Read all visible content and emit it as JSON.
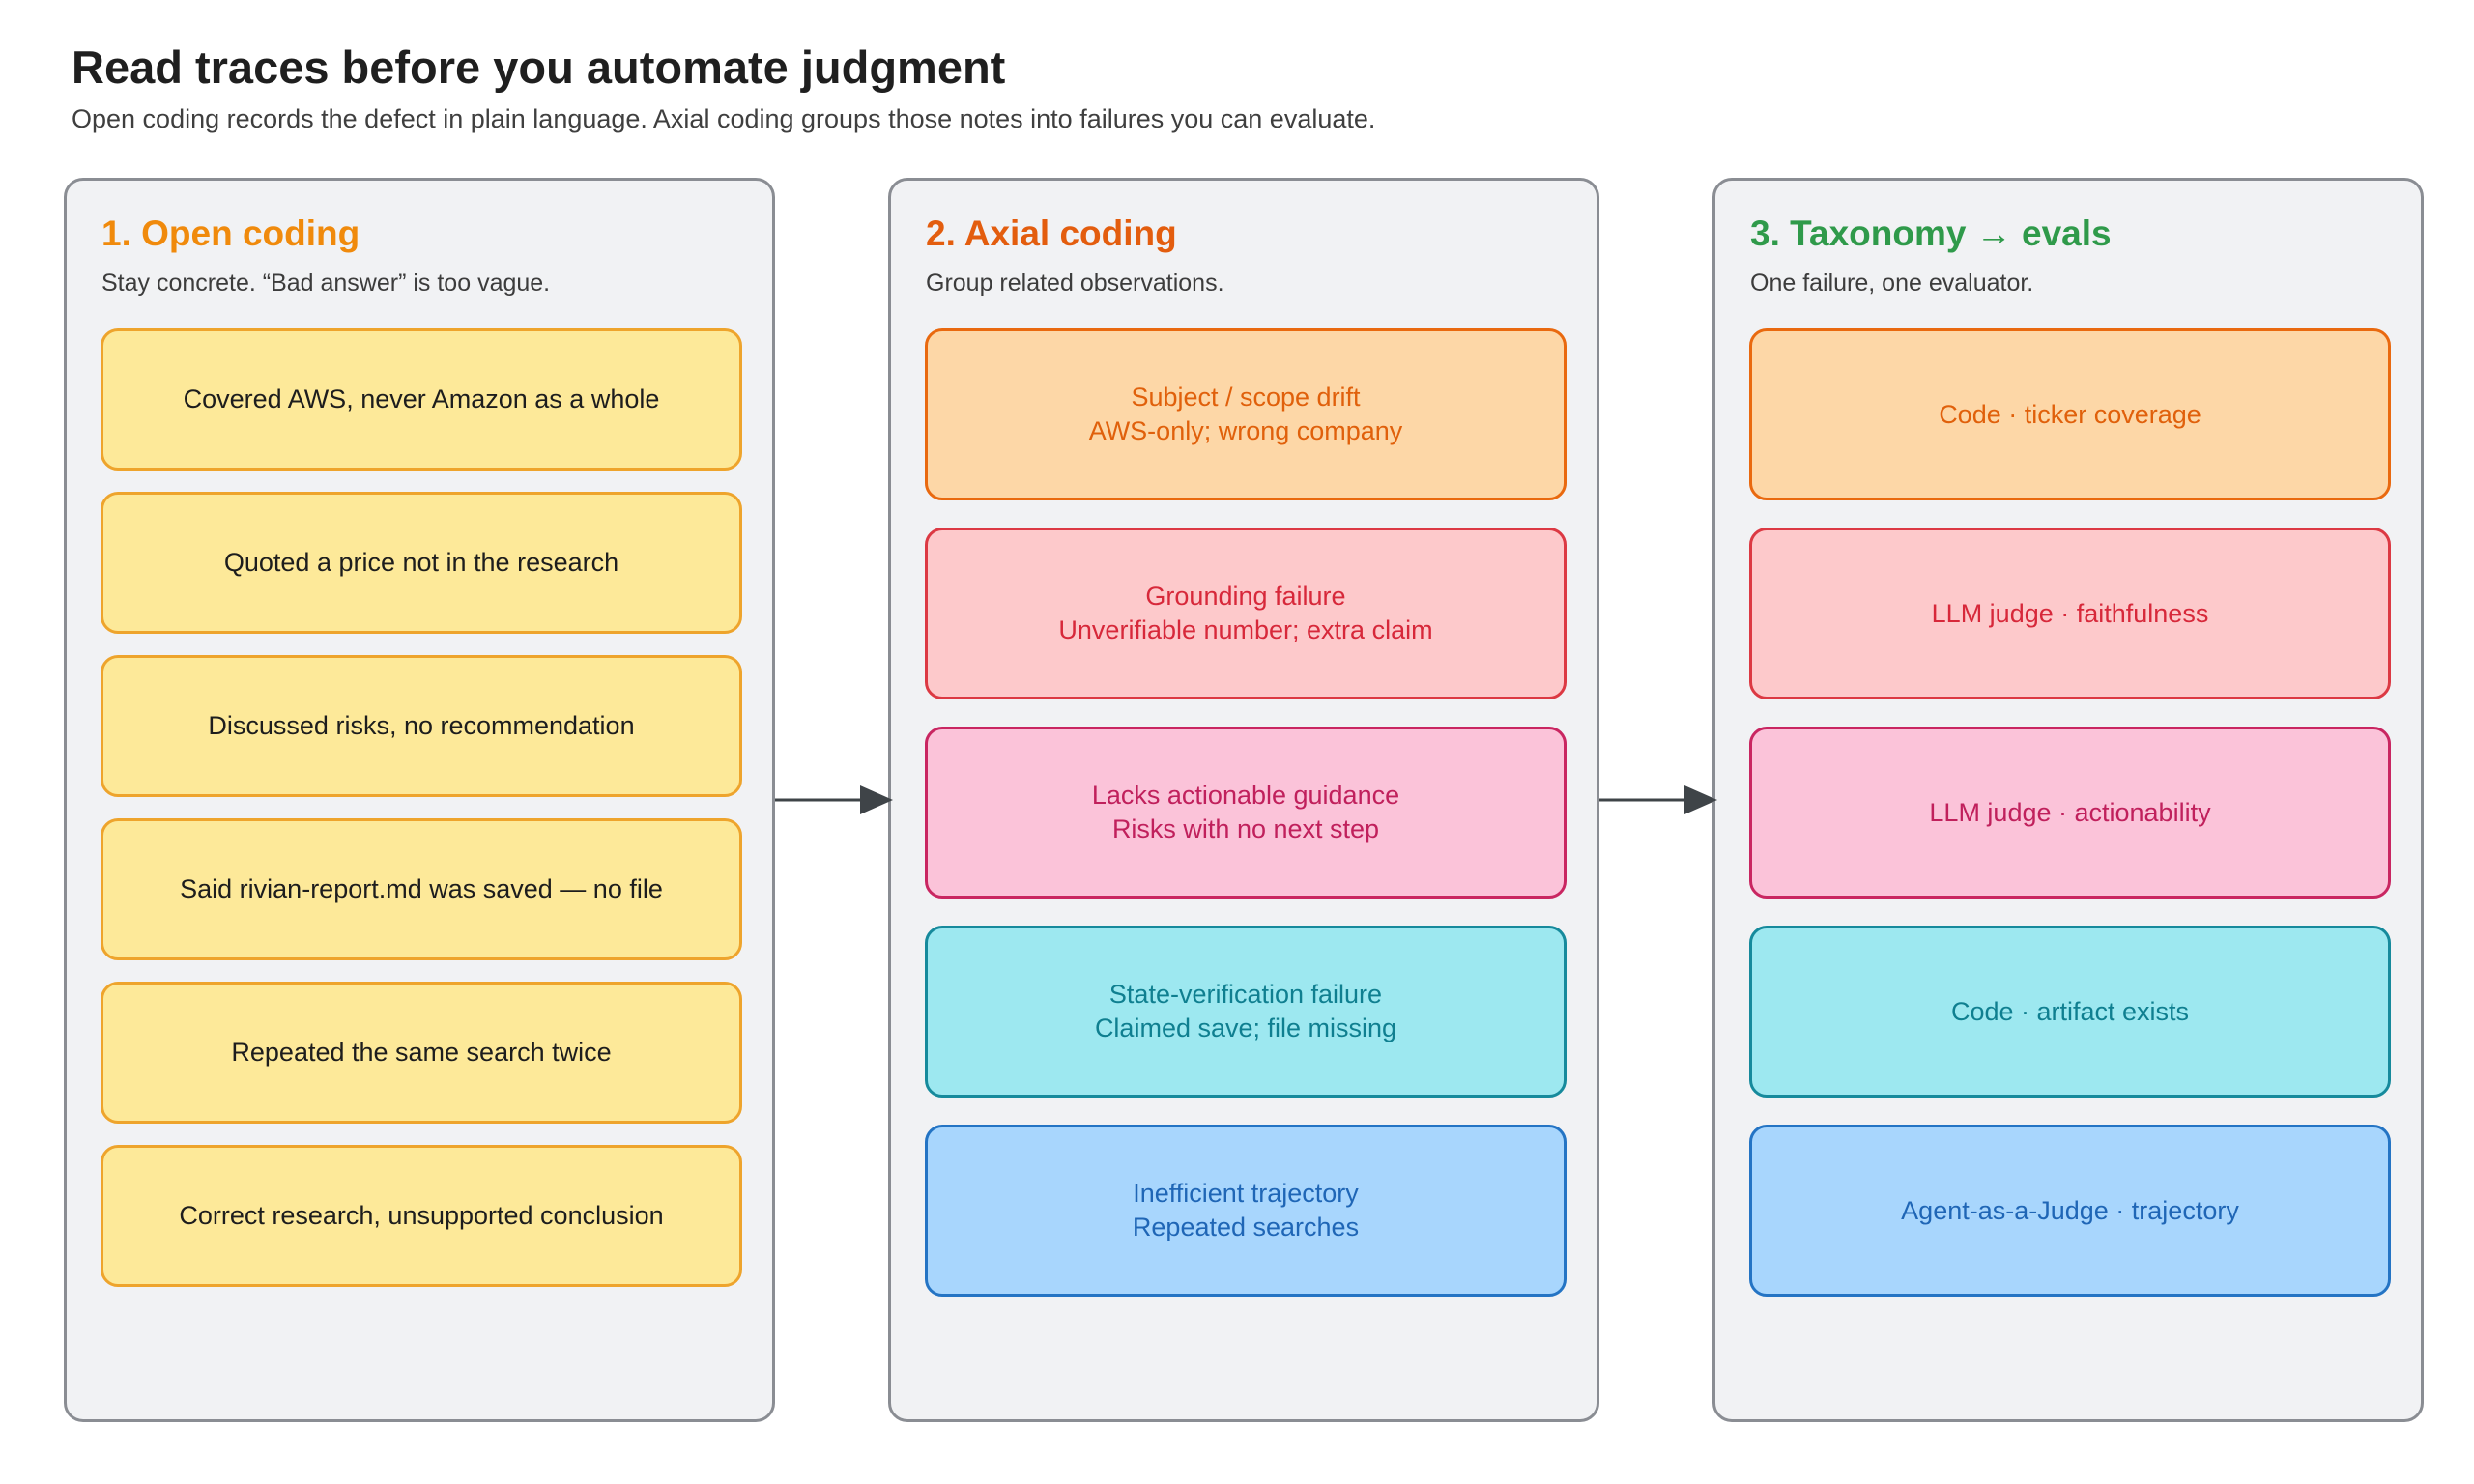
{
  "header": {
    "title": "Read traces before you automate judgment",
    "subtitle": "Open coding records the defect in plain language. Axial coding groups those notes into failures you can evaluate."
  },
  "colors": {
    "open_title": "#f08a0c",
    "axial_title": "#e35d0e",
    "taxonomy_title": "#2f9a4a",
    "arrow": "#3f4448"
  },
  "panels": {
    "open": {
      "title": "1. Open coding",
      "description": "Stay concrete. “Bad answer” is too vague.",
      "items": [
        {
          "label": "Covered AWS, never Amazon as a whole"
        },
        {
          "label": "Quoted a price not in the research"
        },
        {
          "label": "Discussed risks, no recommendation"
        },
        {
          "label": "Said rivian-report.md was saved — no file"
        },
        {
          "label": "Repeated the same search twice"
        },
        {
          "label": "Correct research, unsupported conclusion"
        }
      ]
    },
    "axial": {
      "title": "2. Axial coding",
      "description": "Group related observations.",
      "items": [
        {
          "name": "Subject / scope drift",
          "detail": "AWS-only; wrong company",
          "color": "orange"
        },
        {
          "name": "Grounding failure",
          "detail": "Unverifiable number; extra claim",
          "color": "red"
        },
        {
          "name": "Lacks actionable guidance",
          "detail": "Risks with no next step",
          "color": "pink"
        },
        {
          "name": "State-verification failure",
          "detail": "Claimed save; file missing",
          "color": "teal"
        },
        {
          "name": "Inefficient trajectory",
          "detail": "Repeated searches",
          "color": "blue"
        }
      ]
    },
    "taxonomy": {
      "title": "3. Taxonomy → evals",
      "description": "One failure, one evaluator.",
      "items": [
        {
          "label": "Code · ticker coverage",
          "color": "orange"
        },
        {
          "label": "LLM judge · faithfulness",
          "color": "red"
        },
        {
          "label": "LLM judge · actionability",
          "color": "pink"
        },
        {
          "label": "Code · artifact exists",
          "color": "teal"
        },
        {
          "label": "Agent-as-a-Judge · trajectory",
          "color": "blue"
        }
      ]
    }
  }
}
